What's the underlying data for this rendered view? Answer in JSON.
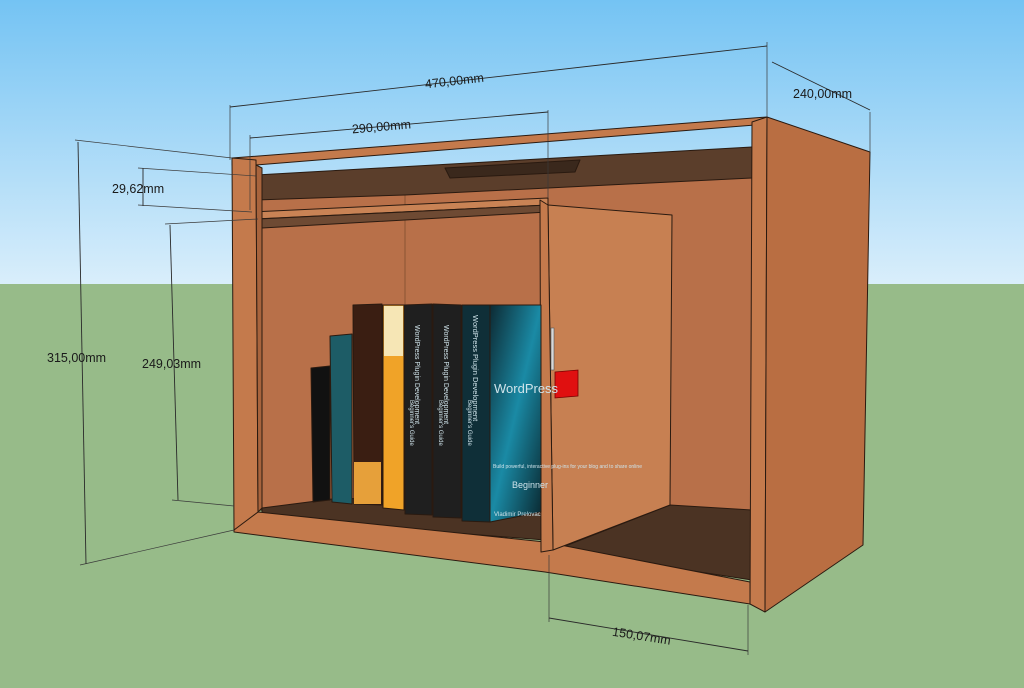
{
  "colors": {
    "sky_top": "#74c3f3",
    "sky_bottom": "#d9eefb",
    "ground": "#97bb89",
    "wood_face": "#c47a4c",
    "wood_side": "#b96e42",
    "wood_interior": "#b57048",
    "wood_dark": "#4b3323",
    "handle": "#e01010"
  },
  "dimensions": {
    "overall_width": "470,00mm",
    "depth": "240,00mm",
    "left_compartment_width": "290,00mm",
    "top_gap": "29,62mm",
    "overall_height": "315,00mm",
    "interior_height": "249,03mm",
    "right_compartment_width": "150,07mm"
  },
  "books": {
    "title": "WordPress Plugin Development",
    "subtitle": "Beginner's Guide",
    "cover_title": "WordPress",
    "cover_blurb": "Build powerful, interactive plug-ins for your blog and to share online",
    "cover_badge": "Beginner",
    "author": "Vladimir Prelovac"
  }
}
